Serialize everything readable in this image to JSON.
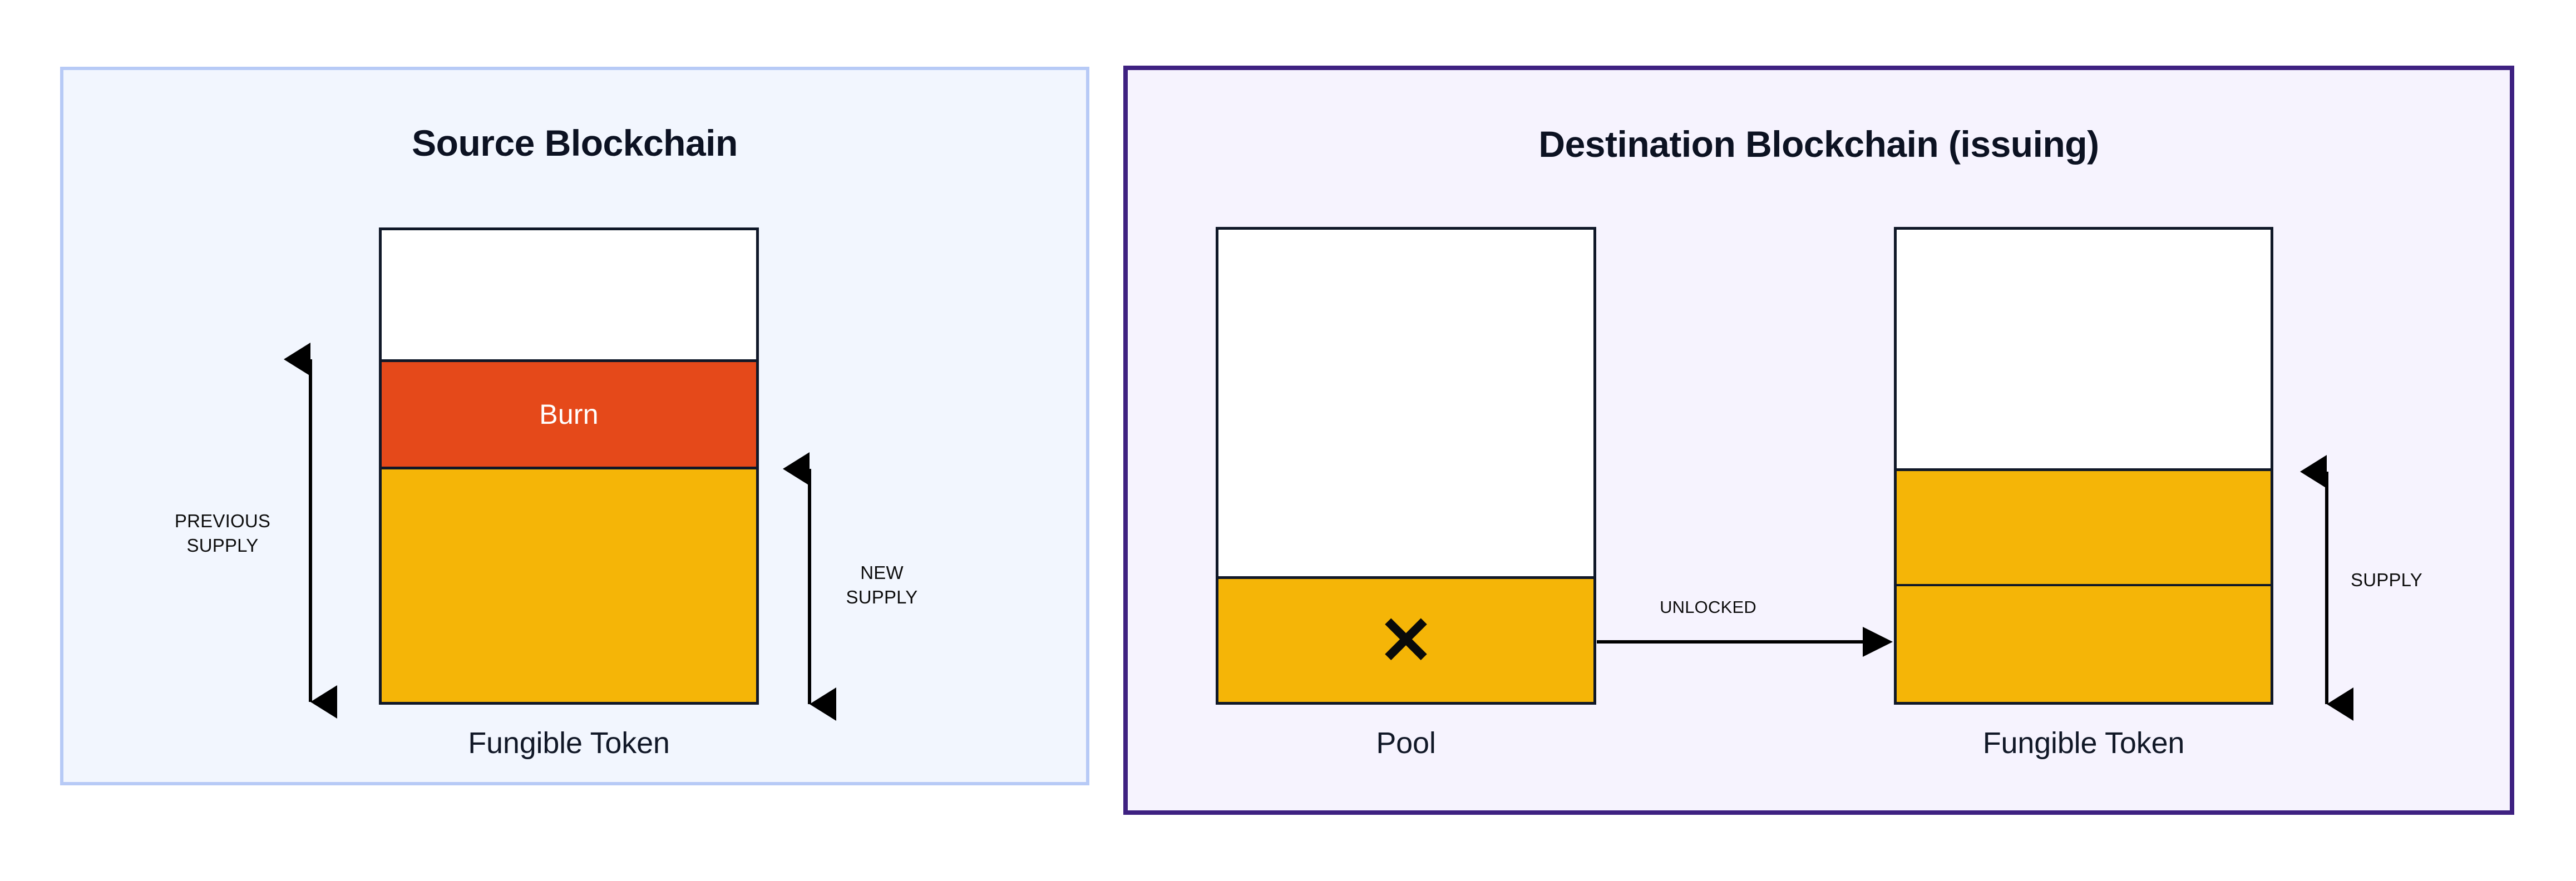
{
  "diagram": {
    "type": "token-bridge-supply-diagram",
    "panels": [
      {
        "id": "source",
        "title": "Source Blockchain",
        "border_color": "#b7caf6",
        "background_color": "#f2f6fe"
      },
      {
        "id": "destination",
        "title": "Destination Blockchain (issuing)",
        "border_color": "#3e2181",
        "background_color": "#f6f3fe"
      }
    ]
  },
  "source_panel": {
    "title": "Source Blockchain",
    "token_stack": {
      "caption": "Fungible Token",
      "segments": [
        {
          "name": "empty",
          "label": "",
          "color": "#ffffff"
        },
        {
          "name": "burn",
          "label": "Burn",
          "color": "#e5491a",
          "text_color": "#ffffff"
        },
        {
          "name": "remaining",
          "label": "",
          "color": "#f5b507"
        }
      ]
    },
    "measures": [
      {
        "name": "previous-supply",
        "label": "PREVIOUS\nSUPPLY",
        "arrow": "double-vertical"
      },
      {
        "name": "new-supply",
        "label": "NEW\nSUPPLY",
        "arrow": "double-vertical"
      }
    ]
  },
  "destination_panel": {
    "title": "Destination Blockchain (issuing)",
    "pool_box": {
      "caption": "Pool",
      "icon": "x-mark-icon",
      "icon_glyph": "✕",
      "segments": [
        {
          "name": "empty",
          "label": "",
          "color": "#ffffff"
        },
        {
          "name": "locked-removed",
          "label": "",
          "color": "#f5b507"
        }
      ]
    },
    "token_stack": {
      "caption": "Fungible Token",
      "segments": [
        {
          "name": "empty",
          "label": "",
          "color": "#ffffff"
        },
        {
          "name": "existing-supply",
          "label": "",
          "color": "#f5b507"
        },
        {
          "name": "newly-unlocked",
          "label": "",
          "color": "#f5b507"
        }
      ]
    },
    "flow": {
      "label": "UNLOCKED",
      "arrow": "single-right"
    },
    "measures": [
      {
        "name": "supply",
        "label": "SUPPLY",
        "arrow": "double-vertical"
      }
    ]
  },
  "colors": {
    "yellow": "#f5b507",
    "burn_orange": "#e5491a",
    "outline": "#101828",
    "source_border": "#b7caf6",
    "source_fill": "#f2f6fe",
    "dest_border": "#3e2181",
    "dest_fill": "#f6f3fe",
    "text": "#0c1222"
  }
}
